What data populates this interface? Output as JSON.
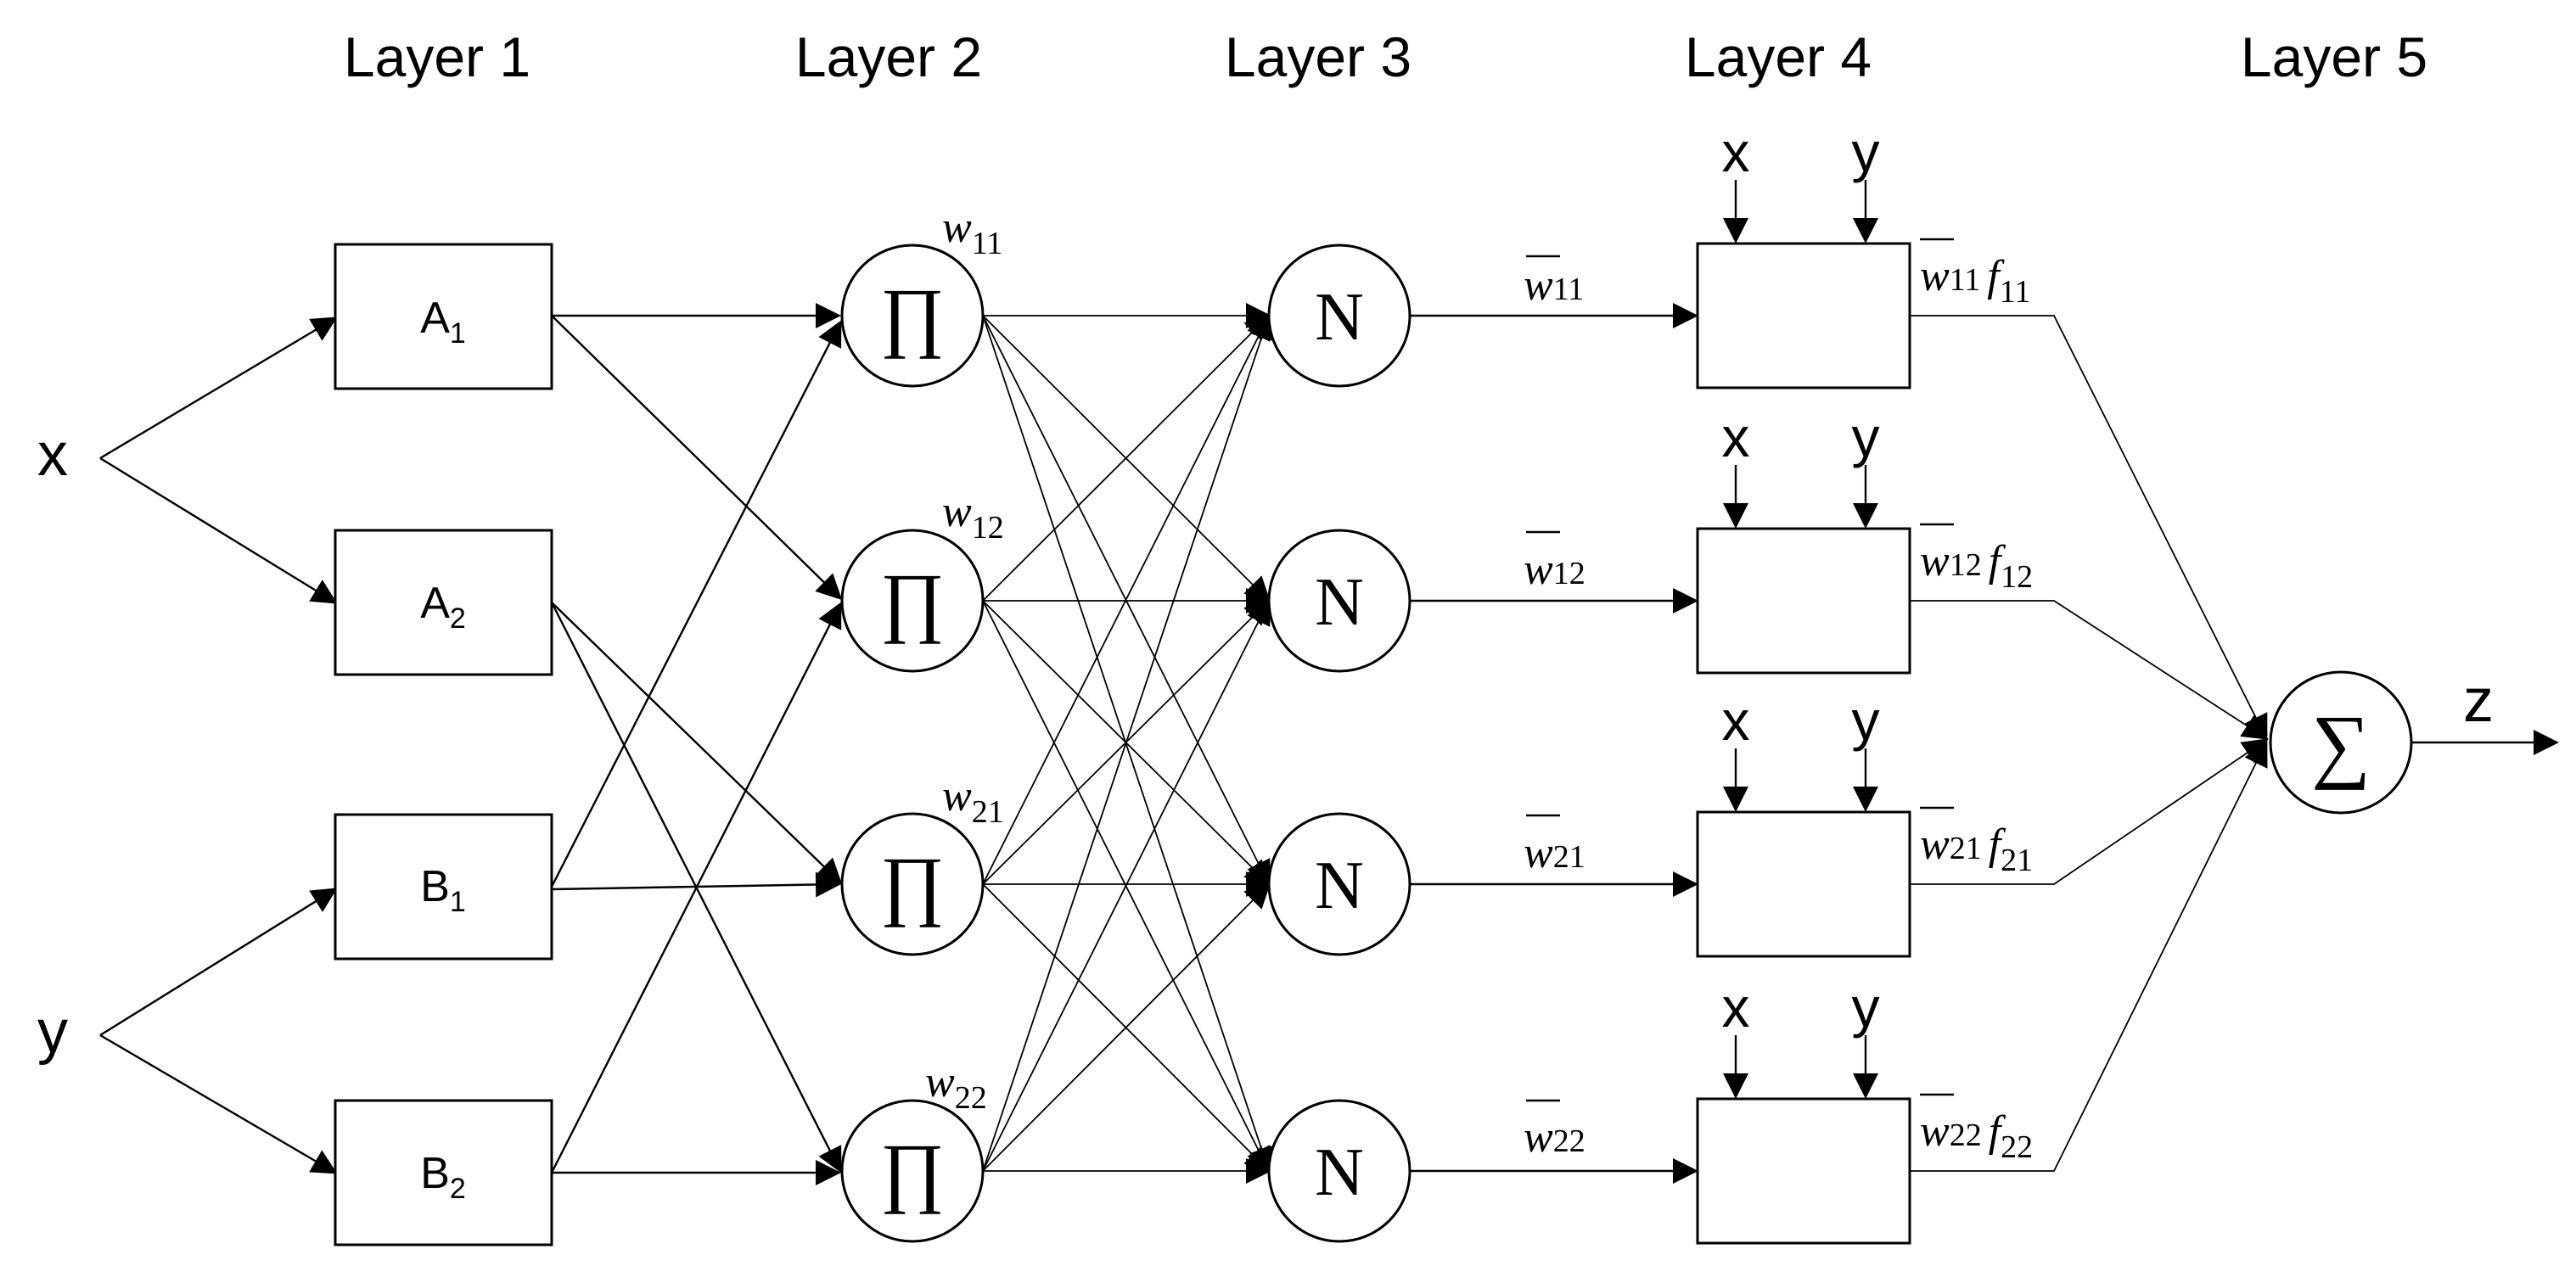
{
  "layers": [
    "Layer 1",
    "Layer 2",
    "Layer 3",
    "Layer 4",
    "Layer 5"
  ],
  "inputs": {
    "x": "x",
    "y": "y"
  },
  "layer1": {
    "A1": {
      "main": "A",
      "sub": "1"
    },
    "A2": {
      "main": "A",
      "sub": "2"
    },
    "B1": {
      "main": "B",
      "sub": "1"
    },
    "B2": {
      "main": "B",
      "sub": "2"
    }
  },
  "layer2": {
    "symbol": "∏",
    "labels": [
      "11",
      "12",
      "21",
      "22"
    ],
    "w": "w"
  },
  "layer3": {
    "symbol": "N",
    "labels": [
      "11",
      "12",
      "21",
      "22"
    ],
    "w": "w"
  },
  "layer4": {
    "x": "x",
    "y": "y",
    "f": "f",
    "labels": [
      "11",
      "12",
      "21",
      "22"
    ],
    "w": "w"
  },
  "layer5": {
    "symbol": "∑"
  },
  "output": "z"
}
